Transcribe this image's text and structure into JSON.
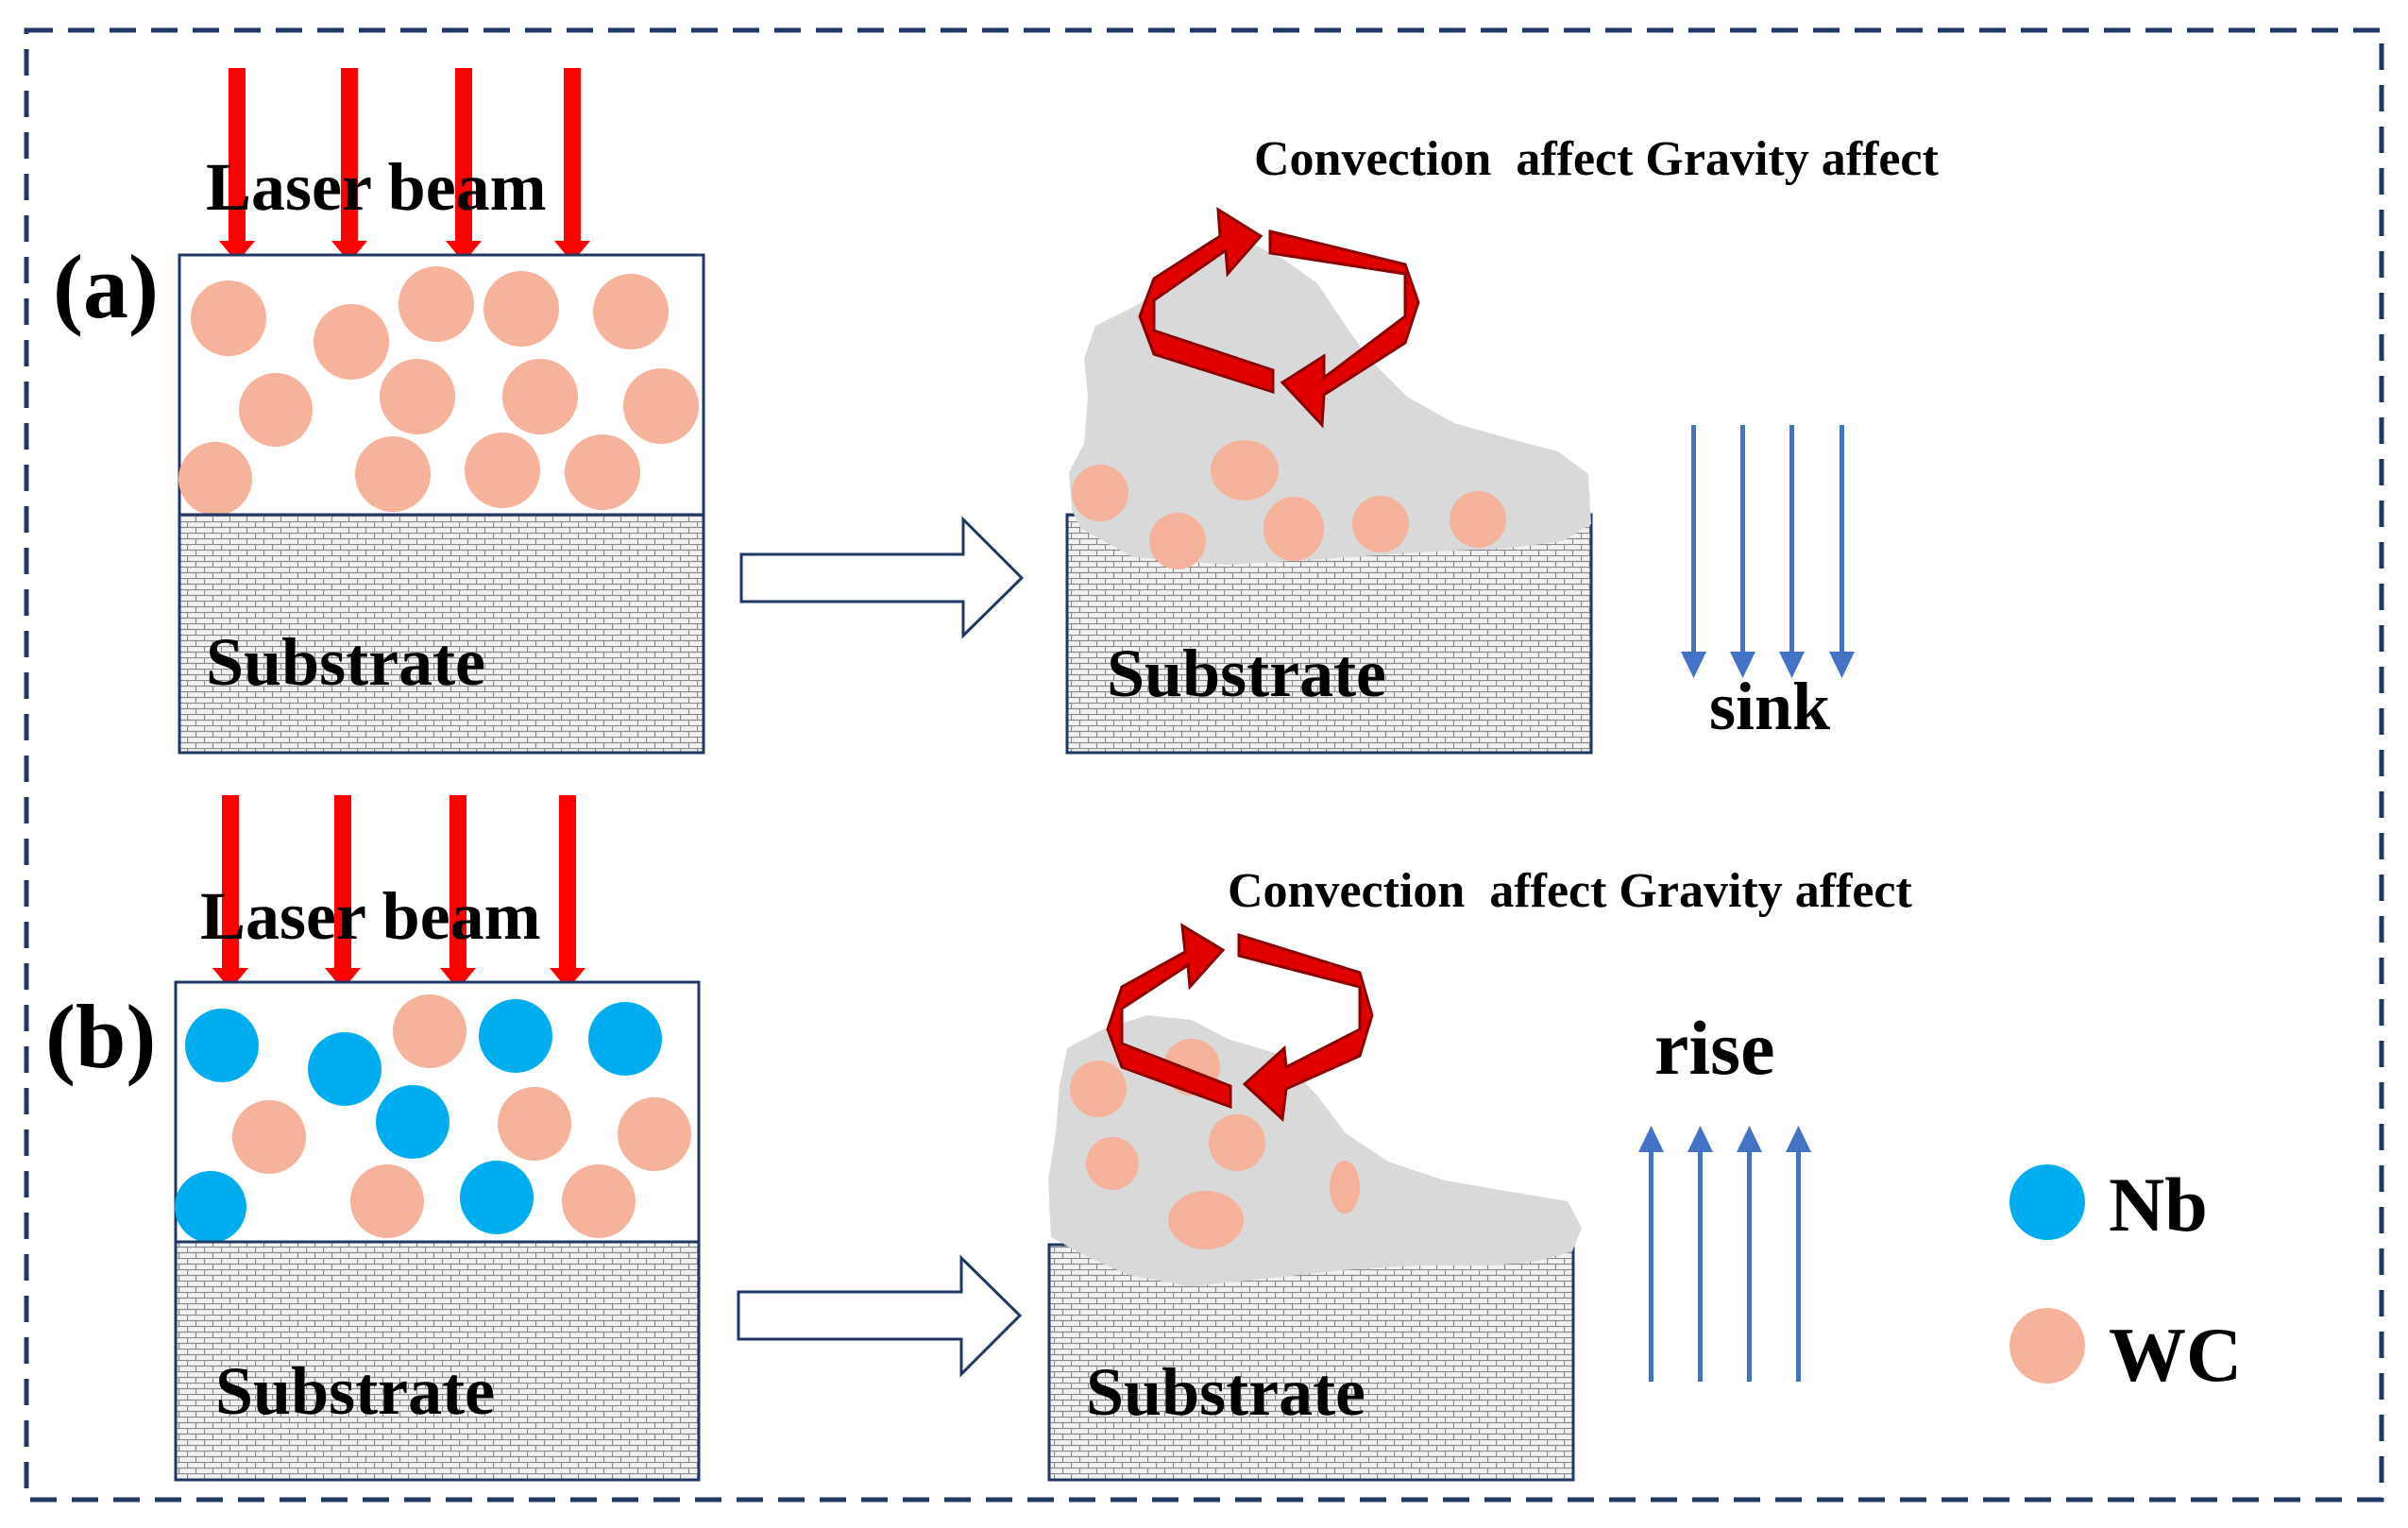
{
  "panels": [
    {
      "tag": "(a)",
      "laser_label": "Laser beam",
      "substrate_label_before": "Substrate",
      "substrate_label_after": "Substrate",
      "effect_label": "Convection  affect Gravity affect",
      "motion_label": "sink",
      "motion_direction": "down"
    },
    {
      "tag": "(b)",
      "laser_label": "Laser beam",
      "substrate_label_before": "Substrate",
      "substrate_label_after": "Substrate",
      "effect_label": "Convection  affect Gravity affect",
      "motion_label": "rise",
      "motion_direction": "up"
    }
  ],
  "legend": [
    {
      "label": "Nb",
      "color": "#00aeef"
    },
    {
      "label": "WC",
      "color": "#f4b39a"
    }
  ],
  "colors": {
    "laser": "#ff0000",
    "rotation_arrow": "#e00000",
    "motion_arrow": "#4472c4",
    "melt_pool": "#d9d9d9",
    "border": "#1f3864"
  }
}
